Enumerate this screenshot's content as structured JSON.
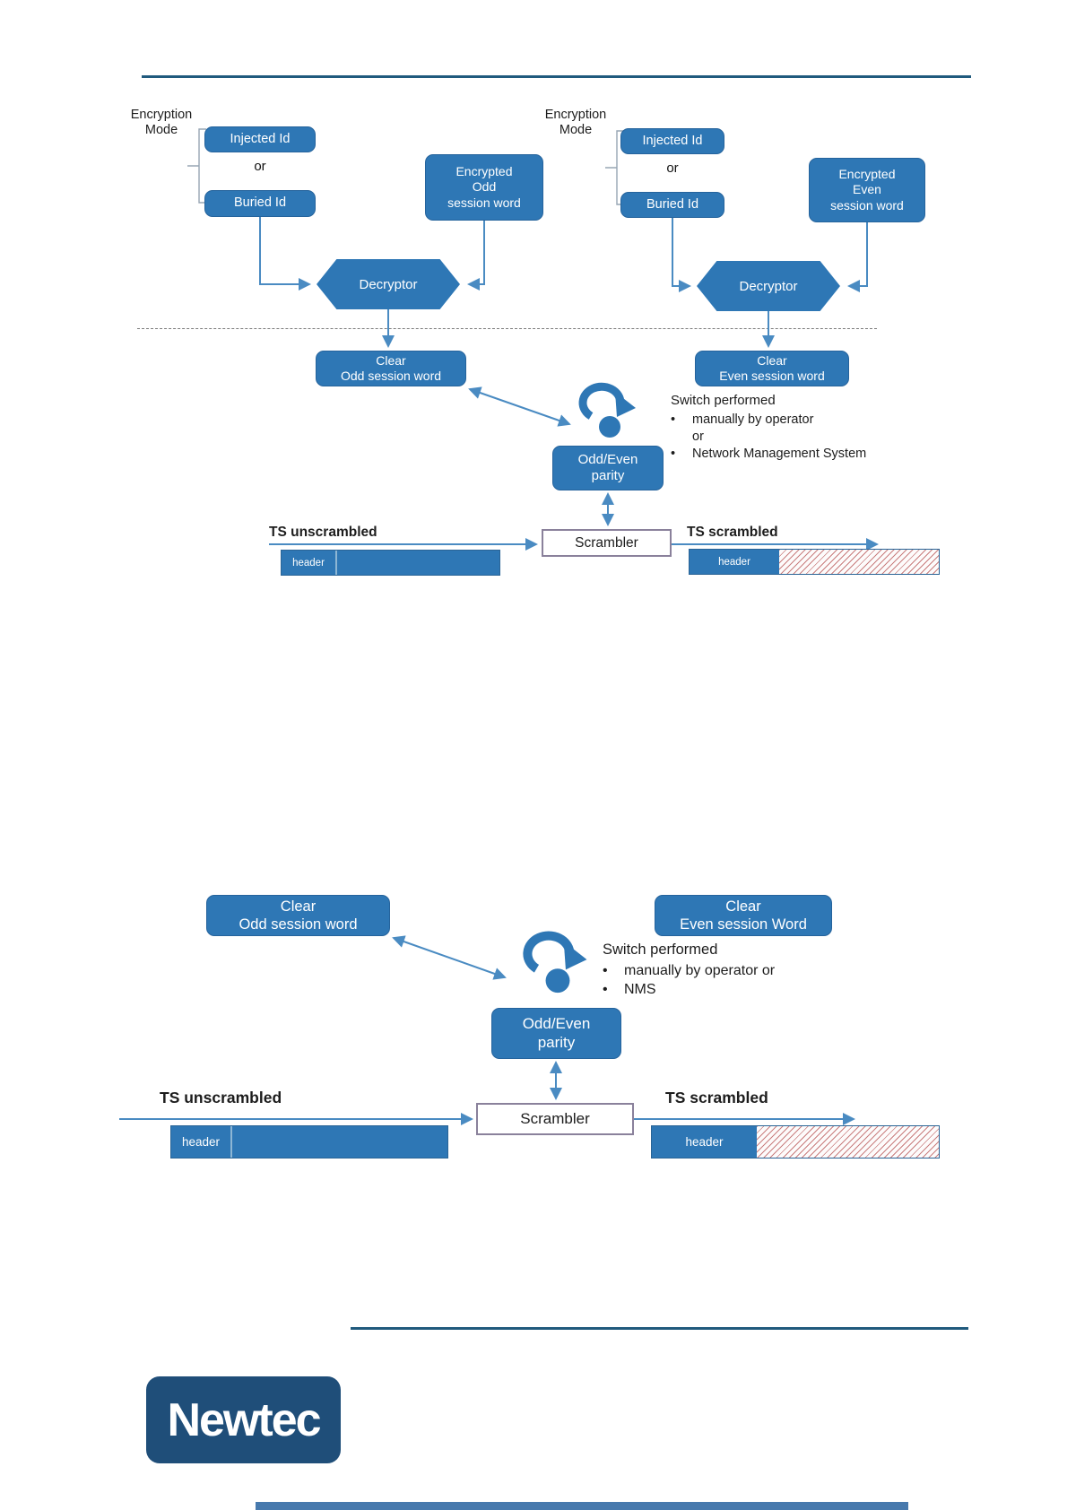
{
  "colors": {
    "box_blue": "#2e77b5",
    "line_blue": "#4a8bc2",
    "logo_navy": "#1f4e79",
    "rule_blue": "#205a7d",
    "hatch_red": "#c97e7e"
  },
  "diagram1": {
    "left": {
      "mode_line1": "Encryption",
      "mode_line2": "Mode",
      "injected_label": "Injected Id",
      "or_label": "or",
      "buried_label": "Buried Id",
      "encrypted_line1": "Encrypted",
      "encrypted_line2": "Odd",
      "encrypted_line3": "session word",
      "decryptor_label": "Decryptor",
      "clear_line1": "Clear",
      "clear_line2": "Odd session word"
    },
    "right": {
      "mode_line1": "Encryption",
      "mode_line2": "Mode",
      "injected_label": "Injected Id",
      "or_label": "or",
      "buried_label": "Buried Id",
      "encrypted_line1": "Encrypted",
      "encrypted_line2": "Even",
      "encrypted_line3": "session word",
      "decryptor_label": "Decryptor",
      "clear_line1": "Clear",
      "clear_line2": "Even session word"
    },
    "switch_note": {
      "title": "Switch performed",
      "bullet": "•",
      "item1": "manually by operator",
      "or": "or",
      "item2": "Network Management System"
    },
    "parity_line1": "Odd/Even",
    "parity_line2": "parity",
    "scrambler_label": "Scrambler",
    "ts_unscrambled": "TS unscrambled",
    "ts_scrambled": "TS scrambled",
    "header_left": "header",
    "header_right": "header"
  },
  "diagram2": {
    "clear_odd_line1": "Clear",
    "clear_odd_line2": "Odd session word",
    "clear_even_line1": "Clear",
    "clear_even_line2": "Even session Word",
    "switch_note": {
      "title": "Switch performed",
      "bullet": "•",
      "item1": "manually by operator or",
      "item2": "NMS"
    },
    "parity_line1": "Odd/Even",
    "parity_line2": "parity",
    "scrambler_label": "Scrambler",
    "ts_unscrambled": "TS unscrambled",
    "ts_scrambled": "TS scrambled",
    "header_left": "header",
    "header_right": "header"
  },
  "footer": {
    "logo_text": "Newtec"
  }
}
